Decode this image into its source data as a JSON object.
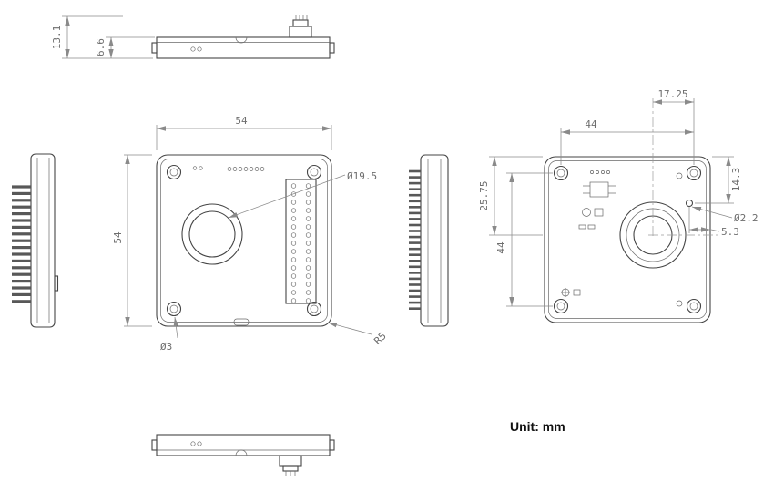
{
  "note": {
    "unit_label": "Unit: mm"
  },
  "views": {
    "top_side": {
      "dim_total_height": "13.1",
      "dim_body_height": "6.6"
    },
    "front": {
      "dim_width": "54",
      "dim_height": "54",
      "label_lens_diameter": "Ø19.5",
      "label_corner_hole": "Ø3",
      "label_corner_radius": "R5"
    },
    "back": {
      "dim_hole_offset_x": "17.25",
      "dim_hole_spacing_width": "44",
      "dim_top_to_lens_center": "25.75",
      "dim_hole_spacing_height": "44",
      "dim_top_to_small_hole": "14.3",
      "label_small_hole_diameter": "Ø2.2",
      "dim_small_hole_to_edge": "5.3"
    }
  }
}
